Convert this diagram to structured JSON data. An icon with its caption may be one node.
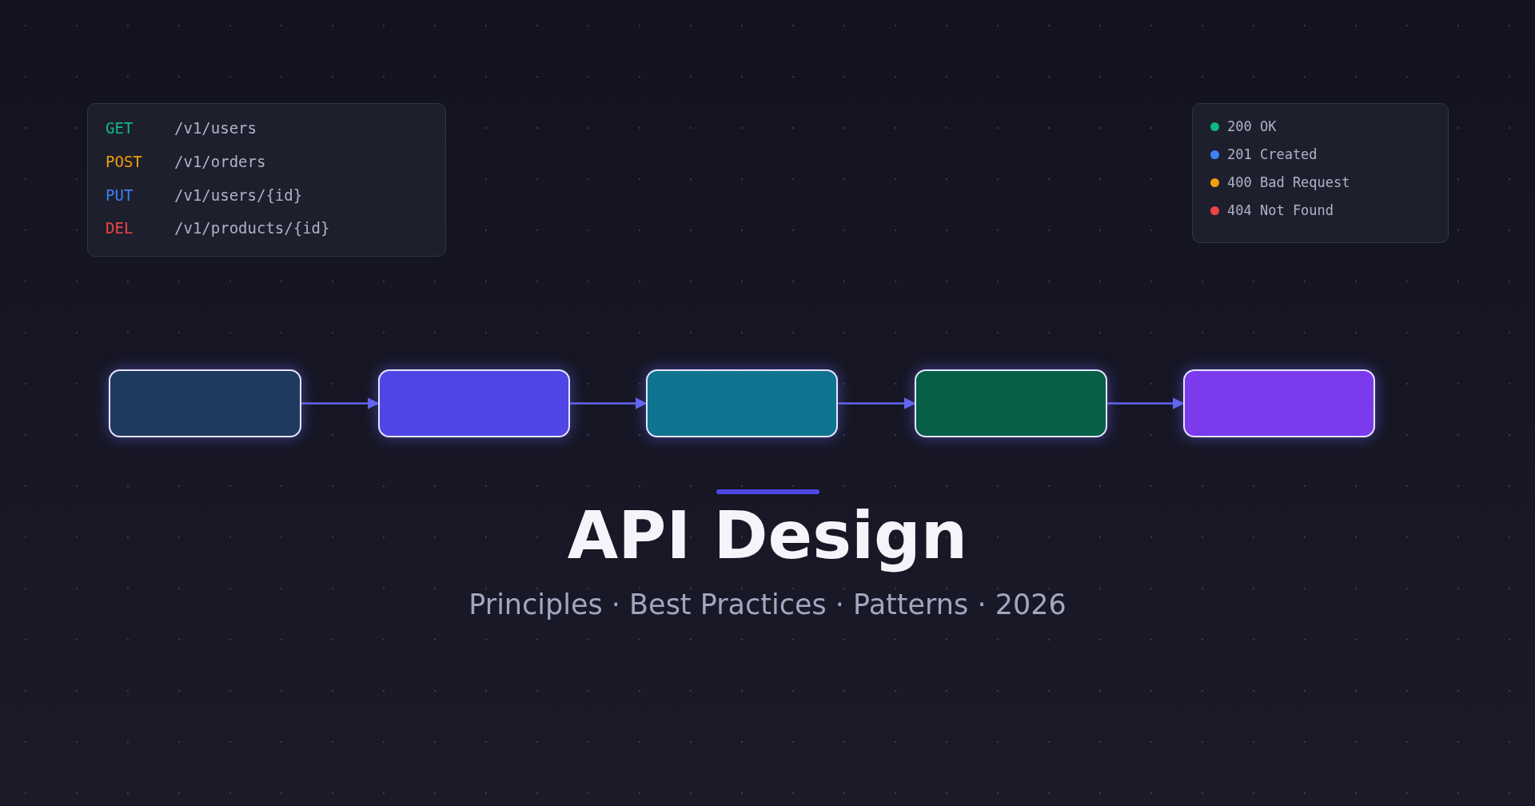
{
  "diagram": {
    "title": "API Design",
    "nodes": [
      {
        "text": [
          "GET",
          "/v1/users",
          "POST",
          "/v1/orders",
          "PUT",
          "/v1/users/{id}",
          "DEL",
          "/v1/products/{id}"
        ]
      },
      {
        "text": [],
        "shape": "box"
      },
      {
        "text": [],
        "shape": "box"
      },
      {
        "text": [],
        "shape": "box"
      },
      {
        "text": [],
        "shape": "box"
      },
      {
        "text": [],
        "shape": "box"
      }
    ],
    "edges": [
      {
        "from": 1,
        "to": 2,
        "arrow": "to"
      },
      {
        "from": 2,
        "to": 3,
        "arrow": "to"
      },
      {
        "from": 3,
        "to": 4,
        "arrow": "to"
      },
      {
        "from": 4,
        "to": 5,
        "arrow": "to"
      }
    ],
    "labels": [
      "Principles · Best Practices · Patterns · 2026"
    ],
    "legend": [
      {
        "text": "200 OK",
        "color": "#10b981"
      },
      {
        "text": "201 Created",
        "color": "#3b82f6"
      },
      {
        "text": "400 Bad Request",
        "color": "#f59e0b"
      },
      {
        "text": "404 Not Found",
        "color": "#ef4444"
      }
    ]
  }
}
